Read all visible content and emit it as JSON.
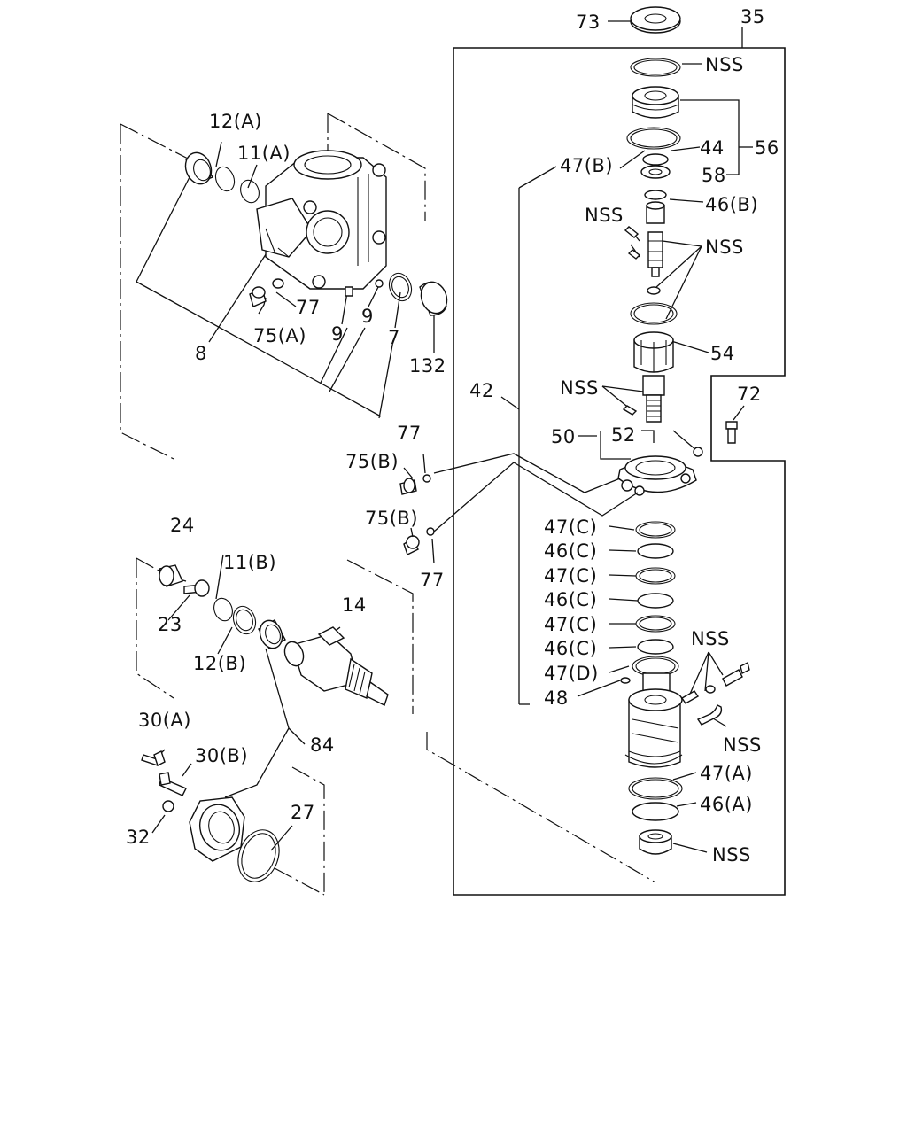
{
  "labels": {
    "l73": "73",
    "l35": "35",
    "nss_top": "NSS",
    "l44": "44",
    "l56": "56",
    "l58": "58",
    "l47b": "47(B)",
    "l46b": "46(B)",
    "nss_a": "NSS",
    "nss_b": "NSS",
    "l54": "54",
    "nss_c": "NSS",
    "l42": "42",
    "l72": "72",
    "l50": "50",
    "l52": "52",
    "l77a": "77",
    "l75b_a": "75(B)",
    "l75b_b": "75(B)",
    "l77b": "77",
    "l47c_1": "47(C)",
    "l46c_1": "46(C)",
    "l47c_2": "47(C)",
    "l46c_2": "46(C)",
    "l47c_3": "47(C)",
    "l46c_3": "46(C)",
    "l47d": "47(D)",
    "l48": "48",
    "nss_d": "NSS",
    "nss_e": "NSS",
    "l47a": "47(A)",
    "l46a": "46(A)",
    "nss_f": "NSS",
    "l12a": "12(A)",
    "l11a": "11(A)",
    "l77c": "77",
    "l75a": "75(A)",
    "l9a": "9",
    "l9b": "9",
    "l8": "8",
    "l7": "7",
    "l132": "132",
    "l24": "24",
    "l11b": "11(B)",
    "l23": "23",
    "l12b": "12(B)",
    "l14": "14",
    "l30a": "30(A)",
    "l30b": "30(B)",
    "l84": "84",
    "l32": "32",
    "l27": "27"
  }
}
